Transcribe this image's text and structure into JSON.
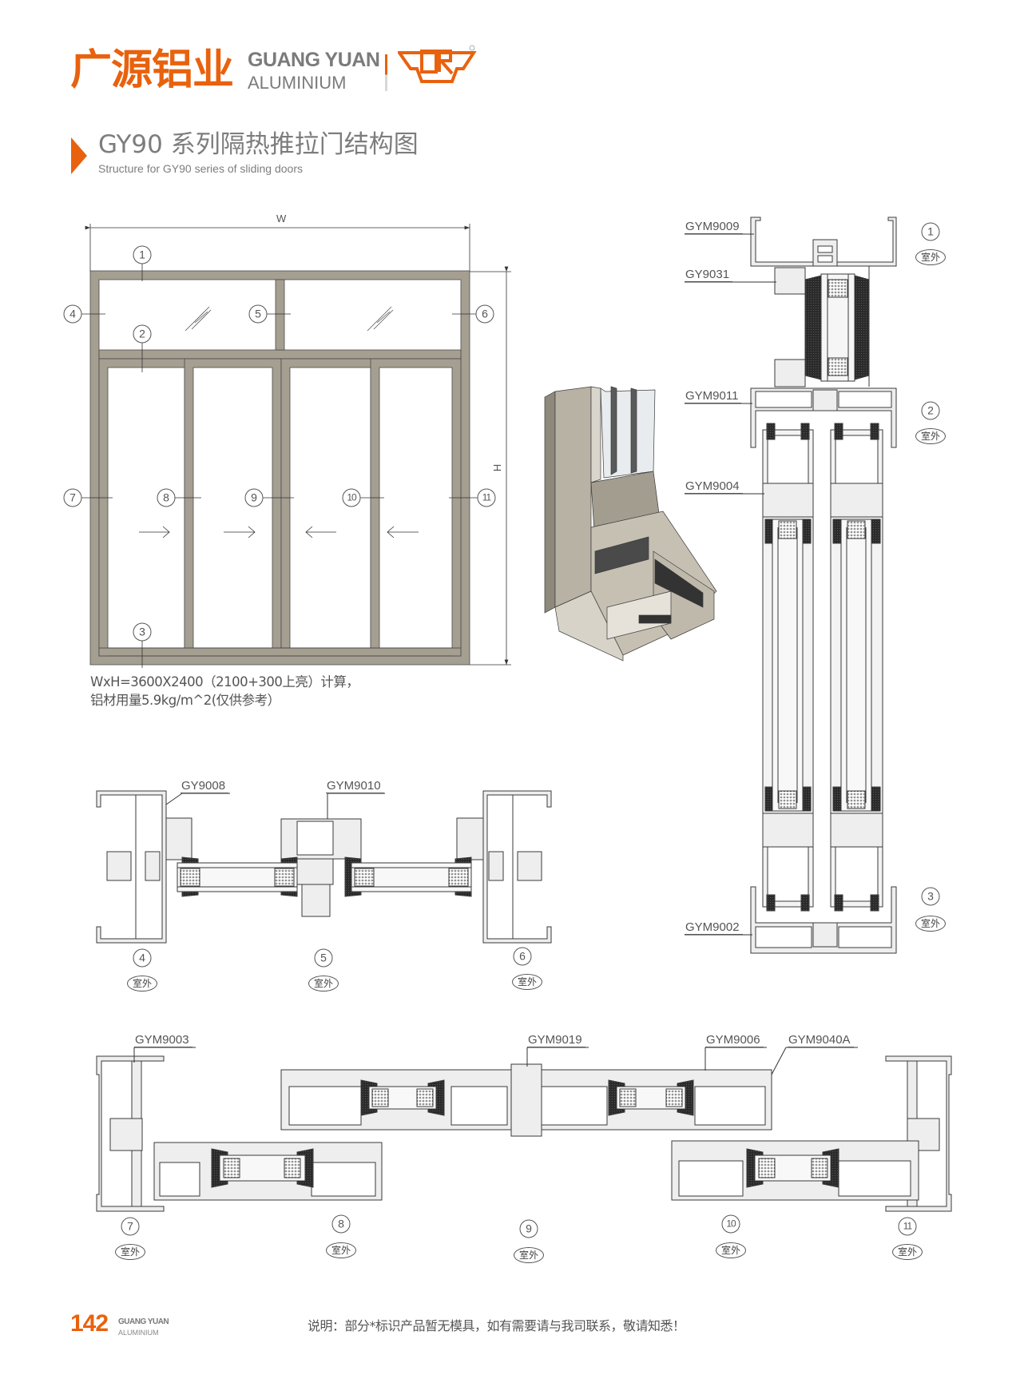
{
  "brand": {
    "name_cn": "广源铝业",
    "name_en_1": "GUANG YUAN",
    "name_en_2": "ALUMINIUM",
    "logo_mark": "CR",
    "accent_color": "#e8620e"
  },
  "title": {
    "main": "GY90 系列隔热推拉门结构图",
    "sub": "Structure for GY90 series of sliding doors"
  },
  "elevation": {
    "w_label": "W",
    "h_label": "H",
    "callouts": [
      "1",
      "2",
      "3",
      "4",
      "5",
      "6",
      "7",
      "8",
      "9",
      "10",
      "11"
    ],
    "note_line1": "WxH=3600X2400（2100+300上亮）计算，",
    "note_line2": "铝材用量5.9kg/m^2(仅供参考）"
  },
  "side_label": "室外",
  "vertical_section": {
    "labels": [
      "GYM9009",
      "GY9031",
      "GYM9011",
      "GYM9004",
      "GYM9002"
    ],
    "callouts": [
      "1",
      "2",
      "3"
    ]
  },
  "transom_section": {
    "labels": [
      "GY9008",
      "GYM9010"
    ],
    "callouts": [
      "4",
      "5",
      "6"
    ]
  },
  "door_section": {
    "labels": [
      "GYM9003",
      "GYM9019",
      "GYM9006",
      "GYM9040A"
    ],
    "callouts": [
      "7",
      "8",
      "9",
      "10",
      "11"
    ]
  },
  "footer": {
    "page": "142",
    "brand_1": "GUANG YUAN",
    "brand_2": "ALUMINIUM",
    "note": "说明：部分*标识产品暂无模具，如有需要请与我司联系，敬请知悉！"
  }
}
